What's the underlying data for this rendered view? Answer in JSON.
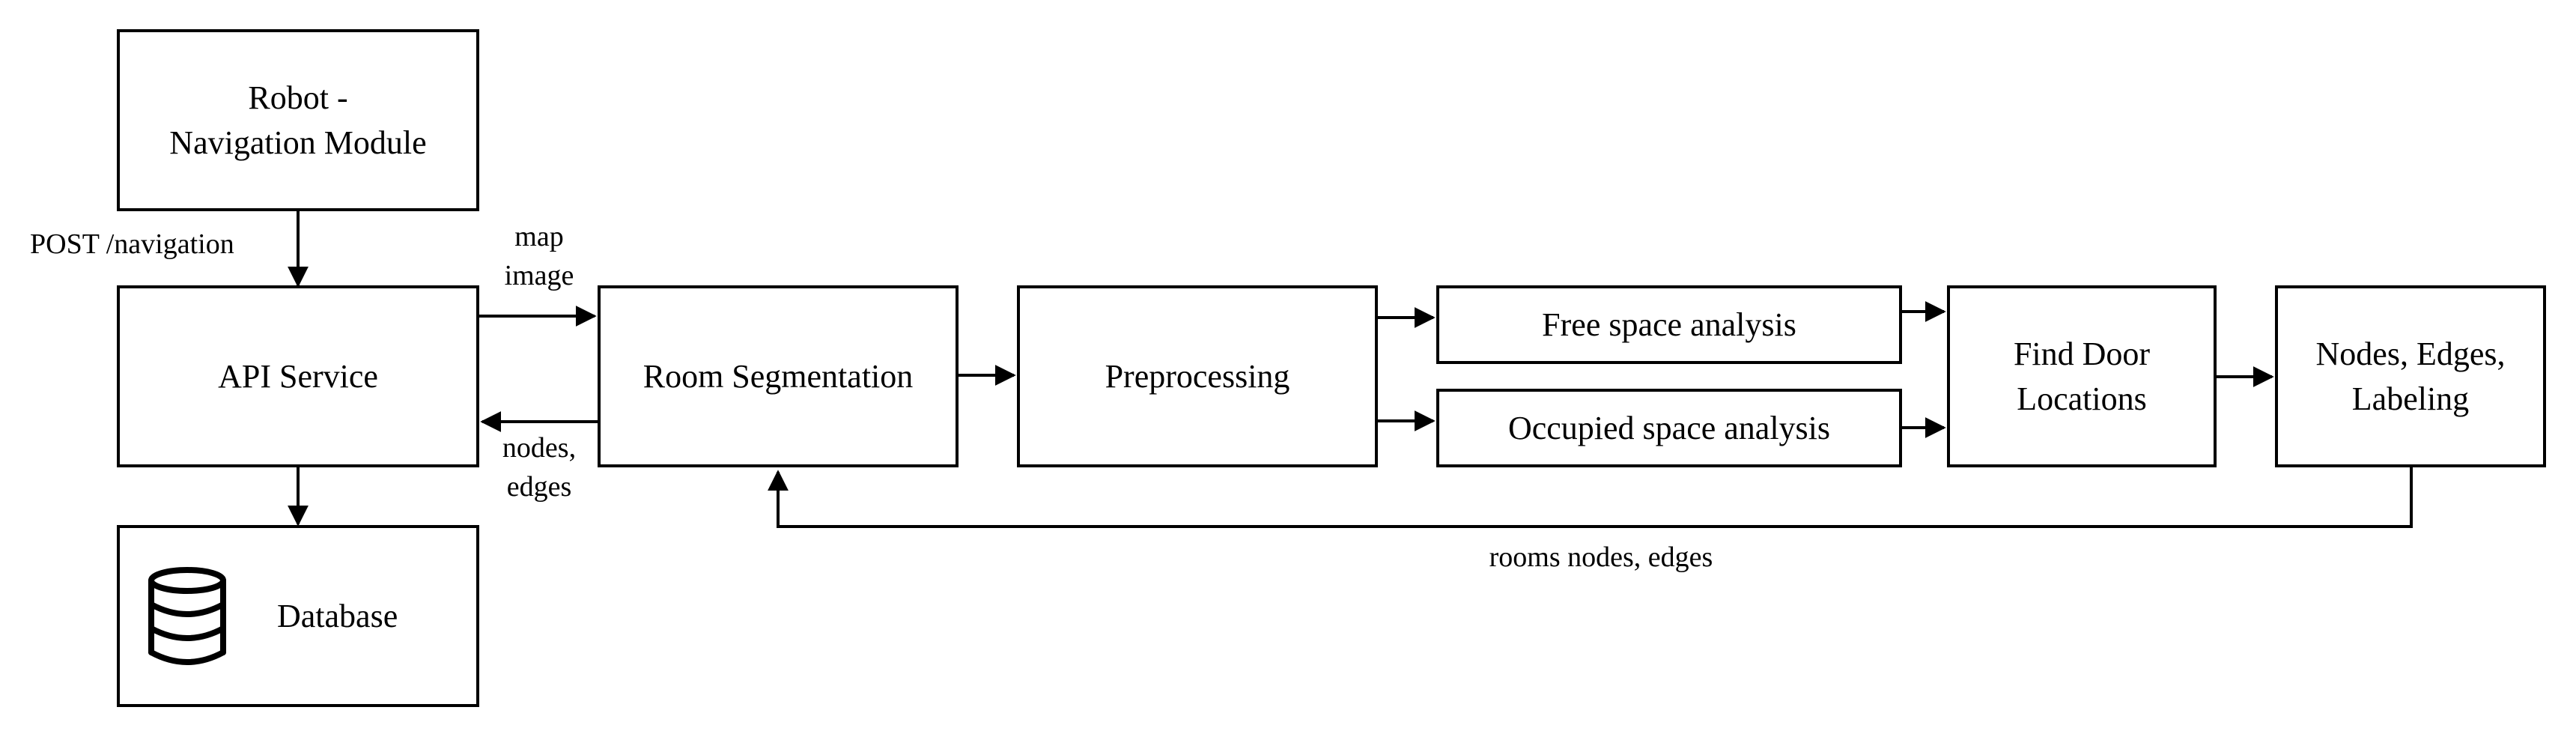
{
  "nodes": {
    "robot": {
      "line1": "Robot -",
      "line2": "Navigation Module"
    },
    "api": {
      "label": "API Service"
    },
    "database": {
      "label": "Database",
      "icon": "database-icon"
    },
    "room_seg": {
      "label": "Room Segmentation"
    },
    "preprocessing": {
      "label": "Preprocessing"
    },
    "free_space": {
      "label": "Free space analysis"
    },
    "occupied_space": {
      "label": "Occupied space analysis"
    },
    "find_door": {
      "line1": "Find Door",
      "line2": "Locations"
    },
    "nodes_edges": {
      "line1": "Nodes, Edges,",
      "line2": "Labeling"
    }
  },
  "edge_labels": {
    "post": "POST /navigation",
    "map_image": {
      "line1": "map",
      "line2": "image"
    },
    "nodes_edges_return": {
      "line1": "nodes,",
      "line2": "edges"
    },
    "rooms_feedback": "rooms nodes, edges"
  },
  "colors": {
    "stroke": "#000000",
    "background": "#ffffff"
  }
}
